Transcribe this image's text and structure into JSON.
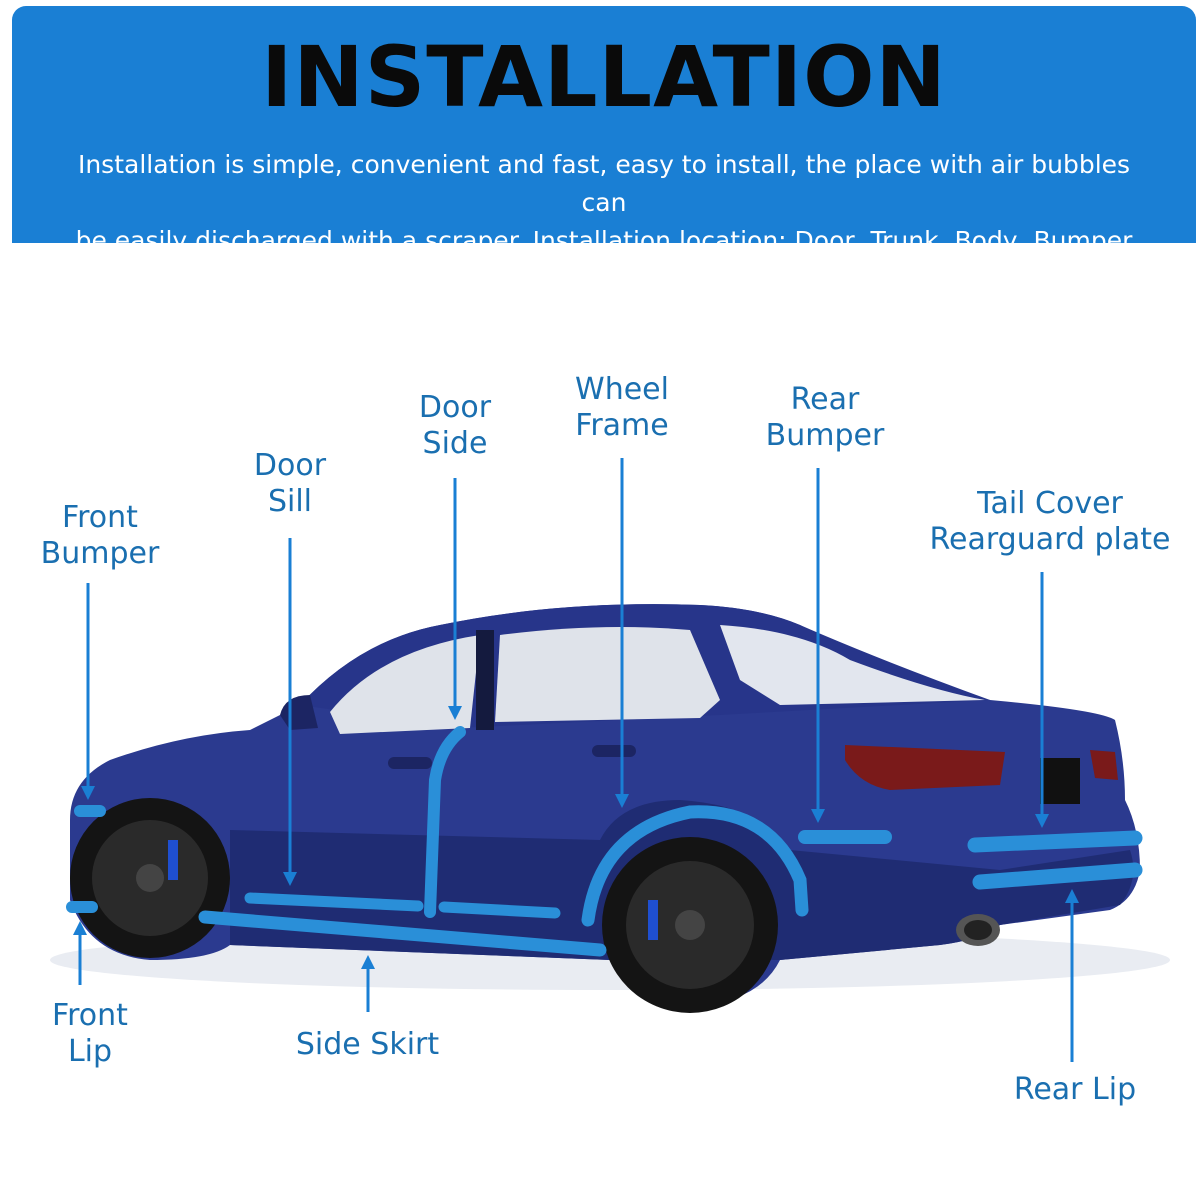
{
  "header": {
    "title": "INSTALLATION",
    "description_lines": [
      "Installation is simple, convenient and fast, easy to install, the place with air bubbles can",
      "be easily discharged with a scraper. Installation location: Door, Trunk, Body, Bumper etc."
    ]
  },
  "labels": {
    "front_bumper": [
      "Front",
      "Bumper"
    ],
    "door_sill": [
      "Door",
      "Sill"
    ],
    "door_side": [
      "Door",
      "Side"
    ],
    "wheel_frame": [
      "Wheel",
      "Frame"
    ],
    "rear_bumper": [
      "Rear",
      "Bumper"
    ],
    "tail_cover": [
      "Tail Cover",
      "Rearguard plate"
    ],
    "front_lip": [
      "Front",
      "Lip"
    ],
    "side_skirt": "Side Skirt",
    "rear_lip": "Rear Lip"
  },
  "colors": {
    "header_blue": "#1a7fd4",
    "trim_blue": "#2a8fd8",
    "label_blue": "#1a6fb0",
    "car_body": "#2b3a8f"
  }
}
